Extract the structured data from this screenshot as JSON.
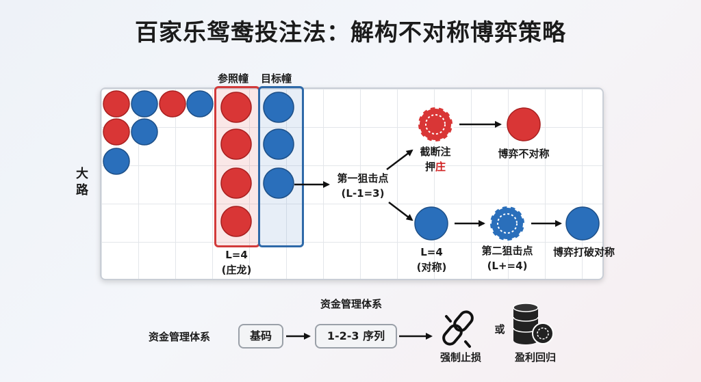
{
  "title": "百家乐鸳鸯投注法：解构不对称博弈策略",
  "colors": {
    "banker": "#d93636",
    "player": "#2a6fbb",
    "ref_border": "#d23a3a",
    "target_border": "#2e69a8"
  },
  "bigroad": {
    "side_label": "大路",
    "ref_col_label": "参照幢",
    "target_col_label": "目标幢",
    "ref_caption": [
      "L=4",
      "(庄龙)"
    ]
  },
  "flow": {
    "first_strike": [
      "第一狙击点",
      "(L-1=3)"
    ],
    "upper_action_line1": "截断注",
    "upper_action_prefix": "押",
    "upper_action_hl": "庄",
    "upper_result": "博弈不对称",
    "lower_caption": [
      "L=4",
      "(对称)"
    ],
    "second_strike": [
      "第二狙击点",
      "(L+=4)"
    ],
    "lower_result": "博弈打破对称"
  },
  "money": {
    "title": "资金管理体系",
    "left_label": "资金管理体系",
    "base": "基码",
    "sequence": "1-2-3 序列",
    "or": "或",
    "stop_loss": "强制止损",
    "take_profit": "盈利回归"
  }
}
